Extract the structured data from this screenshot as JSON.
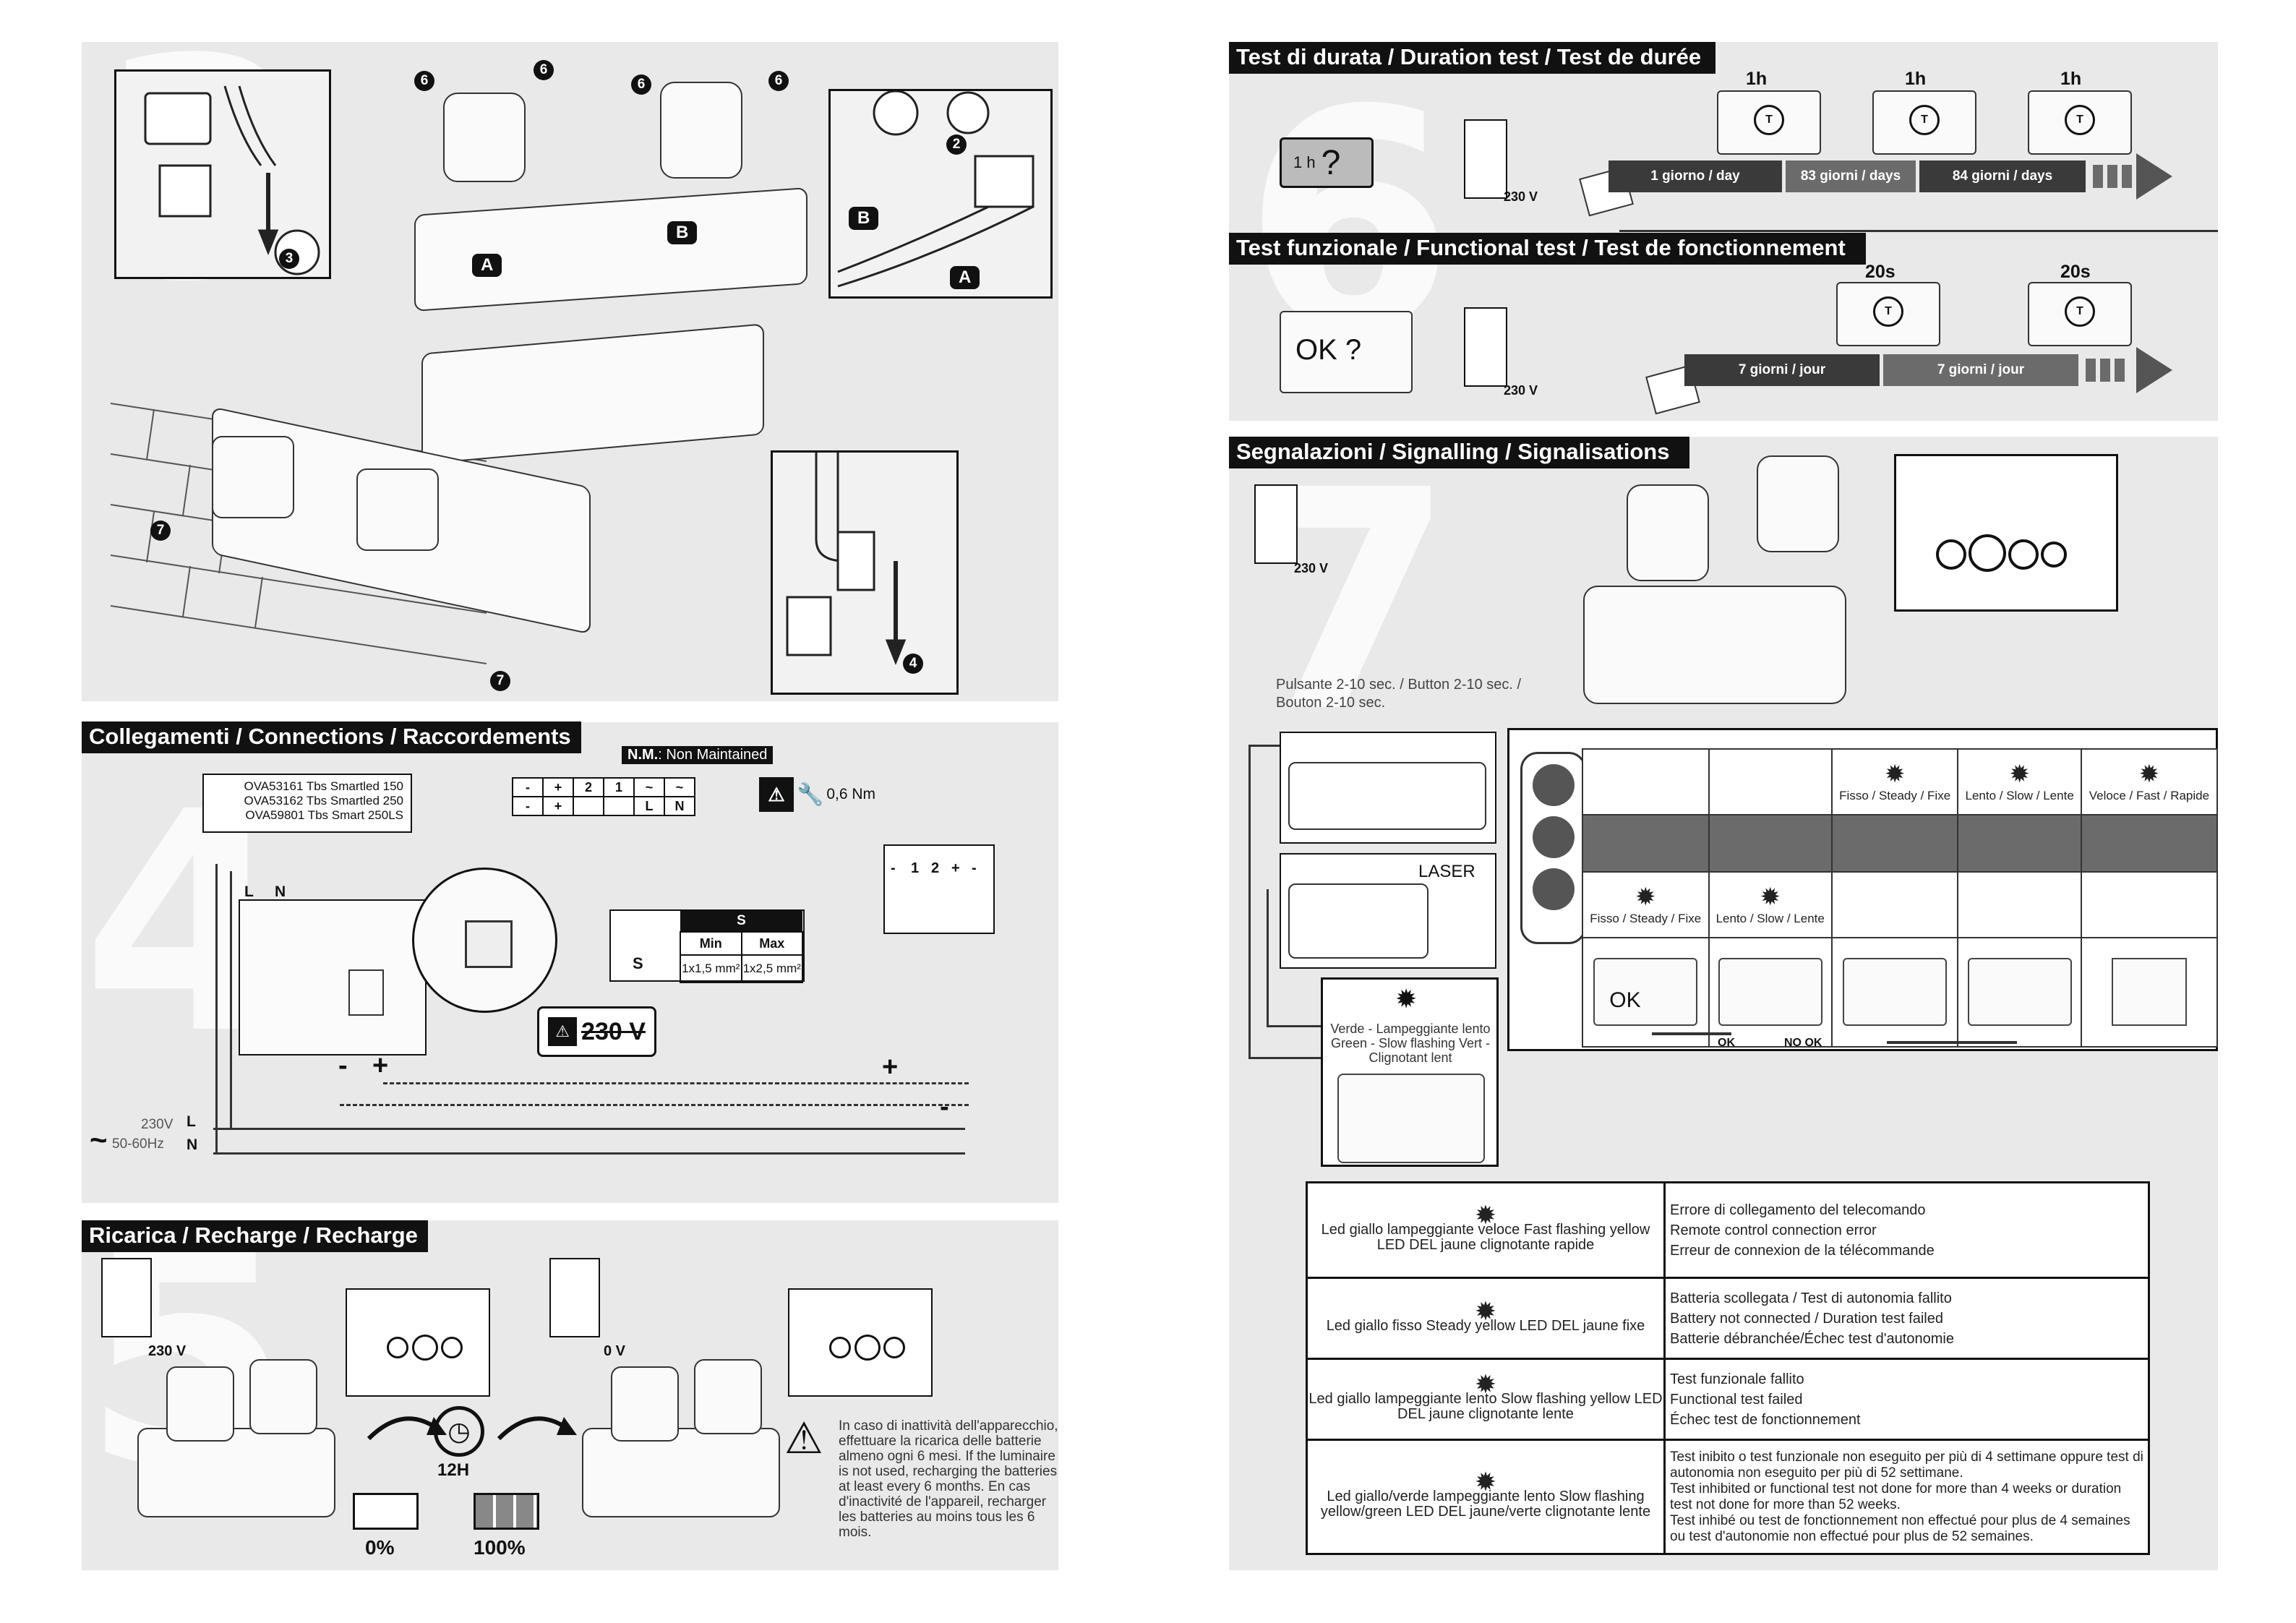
{
  "install": {
    "step_number": "3",
    "labels": {
      "a": "A",
      "b": "B"
    },
    "markers": {
      "two": "2",
      "three": "3",
      "four": "4",
      "six": "6",
      "seven": "7"
    }
  },
  "connections": {
    "step_number": "4",
    "header": "Collegamenti / Connections / Raccordements",
    "models": [
      "OVA53161  Tbs Smartled  150",
      "OVA53162  Tbs Smartled  250",
      "OVA59801  Tbs Smart 250LS"
    ],
    "nm_label": "N.M.",
    "nm_text": ": Non Maintained",
    "terminal_top": [
      "-",
      "+",
      "2",
      "1",
      "~",
      "~"
    ],
    "terminal_bottom": [
      "-",
      "+",
      "",
      "",
      "L",
      "N"
    ],
    "torque": "0,6 Nm",
    "cable_s": "S",
    "cable_header": [
      "Min",
      "Max"
    ],
    "cable_values": [
      "1x1,5 mm²",
      "1x2,5 mm²"
    ],
    "voltage_warning": "230 V",
    "line_l": "L",
    "line_n": "N",
    "supply_voltage": "230V",
    "supply_freq": "50-60Hz",
    "plug_labels": [
      "-",
      "1",
      "2",
      "+",
      "-"
    ],
    "plus": "+",
    "minus": "-"
  },
  "recharge": {
    "step_number": "5",
    "header": "Ricarica / Recharge / Recharge",
    "breaker_on": "230 V",
    "breaker_off": "0 V",
    "hours": "12H",
    "pct_empty": "0%",
    "pct_full": "100%",
    "warning": "In caso di inattività dell'apparecchio, effettuare la ricarica delle batterie almeno ogni 6 mesi. If the luminaire is not used, recharging the batteries at least every 6 months. En cas d'inactivité de l'appareil, recharger les batteries au moins tous les 6 mois."
  },
  "tests": {
    "step_number": "6",
    "duration_header": "Test di durata / Duration test / Test de durée",
    "battery_label": "1 h",
    "breaker": "230 V",
    "duration_marks": [
      "1h",
      "1h",
      "1h"
    ],
    "duration_bars": [
      "1 giorno / day",
      "83 giorni / days",
      "84 giorni / days"
    ],
    "functional_header": "Test  funzionale / Functional test / Test de fonctionnement",
    "ok_label": "OK ?",
    "functional_marks": [
      "20s",
      "20s"
    ],
    "functional_bars": [
      "7 giorni / jour",
      "7 giorni / jour"
    ]
  },
  "signalling": {
    "step_number": "7",
    "header": "Segnalazioni / Signalling / Signalisations",
    "breaker": "230 V",
    "button_caption": "Pulsante 2-10 sec. / Button 2-10 sec. / Bouton 2-10 sec.",
    "laser": "LASER",
    "blink_caption": "Verde - Lampeggiante lento Green - Slow flashing Vert - Clignotant lent",
    "top_row": [
      "Fisso / Steady / Fixe",
      "Lento / Slow / Lente",
      "Veloce / Fast / Rapide"
    ],
    "bottom_row": [
      "Fisso / Steady / Fixe",
      "Lento / Slow / Lente"
    ],
    "result_ok": "OK",
    "arrow_ok": "OK",
    "arrow_nook": "NO OK",
    "legend": [
      {
        "left": "Led giallo lampeggiante veloce Fast flashing yellow LED DEL jaune clignotante rapide",
        "right": [
          "Errore di collegamento del telecomando",
          "Remote control connection error",
          "Erreur de connexion de la télécommande"
        ]
      },
      {
        "left": "Led giallo fisso Steady yellow LED DEL jaune fixe",
        "right": [
          "Batteria scollegata / Test di autonomia fallito",
          "Battery not connected / Duration test failed",
          "Batterie débranchée/Échec test d'autonomie"
        ]
      },
      {
        "left": "Led giallo lampeggiante lento Slow flashing yellow LED DEL jaune clignotante lente",
        "right": [
          "Test funzionale fallito",
          "Functional  test failed",
          "Échec test de fonctionnement"
        ]
      },
      {
        "left": "Led giallo/verde lampeggiante lento Slow flashing yellow/green LED DEL jaune/verte clignotante lente",
        "right": [
          "Test inibito o test funzionale non eseguito per più di 4 settimane oppure test di autonomia non eseguito per più di 52 settimane.",
          "Test inhibited or functional test not done for more than 4 weeks or duration test not done for more than 52 weeks.",
          "Test inhibé ou test de fonctionnement non effectué pour plus de 4 semaines ou test d'autonomie non effectué pour plus de 52 semaines."
        ]
      }
    ]
  },
  "colors": {
    "panel": "#e9e9e9",
    "header": "#111111",
    "bar_dark": "#3a3a3a",
    "bar_mid": "#6b6b6b"
  }
}
